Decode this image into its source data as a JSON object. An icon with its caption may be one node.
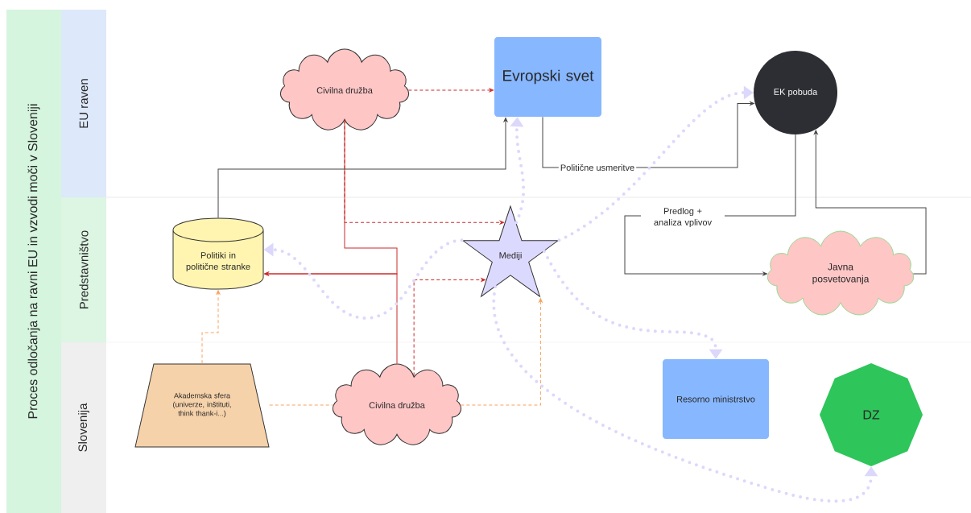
{
  "diagram": {
    "nodes": [
      {
        "text": [
          "Proces odločanja na ravni EU in vzvodi moči v Sloveniji"
        ]
      },
      {
        "text": [
          "EU raven"
        ]
      },
      {
        "text": [
          "Predstavništvo"
        ]
      },
      {
        "text": [
          "Slovenija"
        ]
      },
      {
        "text": [
          "Civilna družba"
        ]
      },
      {
        "text": [
          "Evropski svet"
        ]
      },
      {
        "text": [
          "EK pobuda"
        ]
      },
      {
        "text": [
          "Politiki in politične stranke"
        ]
      },
      {
        "text": [
          "Mediji"
        ]
      },
      {
        "text": [
          "Javna posvetovanja"
        ]
      },
      {
        "text": [
          "Akademska sfera (univerze, inštituti, think thank-i...)"
        ]
      },
      {
        "text": [
          "Civilna družba"
        ]
      },
      {
        "text": [
          "Resorno ministrstvo"
        ]
      },
      {
        "text": [
          "DZ"
        ]
      }
    ],
    "edges": [
      {
        "from": 4,
        "to": 5,
        "arrow": "to",
        "style": "dashed",
        "color": "#cc2b2b"
      },
      {
        "from": 4,
        "to": 7,
        "arrow": "to",
        "color": "#cc2b2b"
      },
      {
        "from": 11,
        "to": 7,
        "arrow": "to",
        "color": "#cc2b2b"
      },
      {
        "from": 4,
        "to": 8,
        "arrow": "to",
        "style": "dashed",
        "color": "#cc2b2b"
      },
      {
        "from": 5,
        "to": 6,
        "arrow": "to",
        "label": "Politične usmeritve",
        "color": "#444444"
      },
      {
        "from": 6,
        "to": 9,
        "arrow": "to",
        "label": "Predlog + analiza vplivov",
        "color": "#444444"
      },
      {
        "from": 9,
        "to": 6,
        "arrow": "to",
        "color": "#444444"
      },
      {
        "from": 7,
        "to": 5,
        "arrow": "to",
        "color": "#444444"
      },
      {
        "from": 10,
        "to": 7,
        "arrow": "to",
        "style": "dashed",
        "color": "#f7a35c"
      },
      {
        "from": 10,
        "to": 11,
        "arrow": "none",
        "style": "dashed",
        "color": "#f7a35c"
      },
      {
        "from": 11,
        "to": 8,
        "arrow": "to",
        "style": "dashed",
        "color": "#f7a35c"
      },
      {
        "from": 11,
        "to": 8,
        "arrow": "to",
        "style": "dashed",
        "color": "#cc2b2b"
      },
      {
        "from": 8,
        "to": 5,
        "arrow": "to",
        "style": "dashed",
        "color": "#dcd8fb"
      },
      {
        "from": 8,
        "to": 7,
        "arrow": "to",
        "style": "dashed",
        "color": "#dcd8fb"
      },
      {
        "from": 8,
        "to": 6,
        "arrow": "to",
        "style": "dashed",
        "color": "#dcd8fb"
      },
      {
        "from": 8,
        "to": 12,
        "arrow": "to",
        "style": "dashed",
        "color": "#dcd8fb"
      },
      {
        "from": 8,
        "to": 13,
        "arrow": "to",
        "style": "dashed",
        "color": "#dcd8fb"
      }
    ]
  }
}
